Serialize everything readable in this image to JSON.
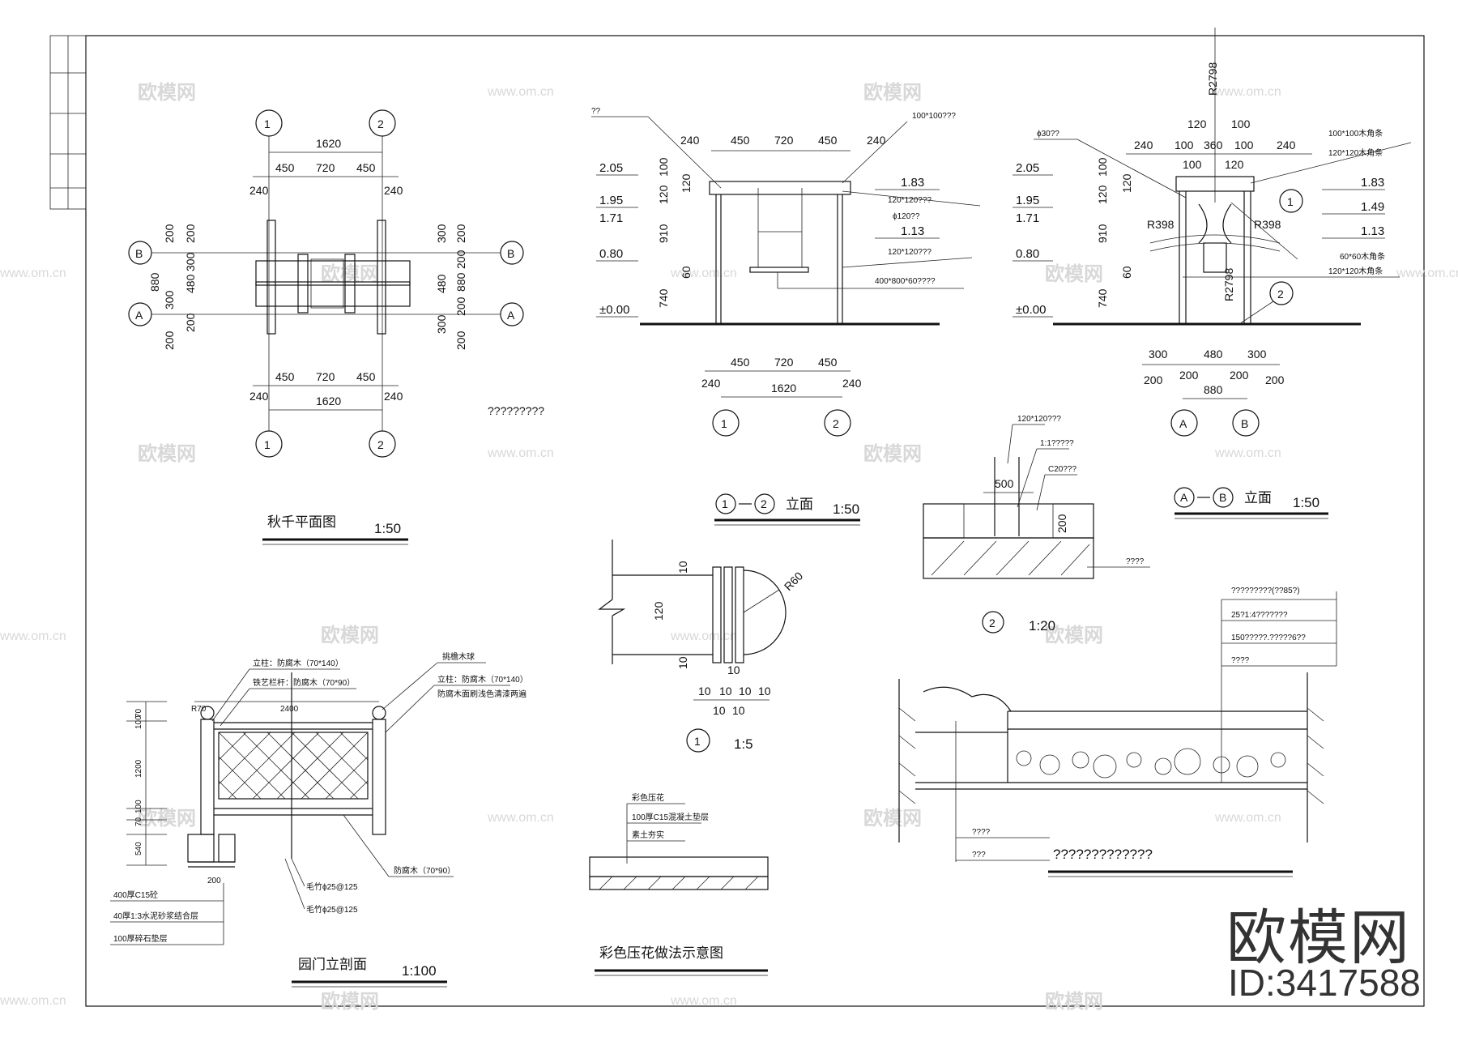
{
  "watermark": {
    "brand": "欧模网",
    "url": "www.om.cn",
    "id": "ID:3417588"
  },
  "plan": {
    "title": "秋千平面图",
    "scale": "1:50",
    "axis_1": "1",
    "axis_2": "2",
    "axis_a": "A",
    "axis_b": "B",
    "dims_x_total": "1620",
    "dims_x": [
      "450",
      "720",
      "450"
    ],
    "dims_x_side": "240",
    "dims_y_total": "880",
    "dims_y": [
      "200",
      "300",
      "480",
      "300",
      "200"
    ],
    "dims_y_inner": "200",
    "note": "?????????"
  },
  "elev12": {
    "title_a": "1",
    "title_b": "2",
    "title_word": "立面",
    "scale": "1:50",
    "top_dims": [
      "240",
      "450",
      "720",
      "450",
      "240"
    ],
    "bottom_dims": [
      "450",
      "720",
      "450"
    ],
    "bottom_side": "240",
    "bottom_total": "1620",
    "levels": [
      "2.05",
      "1.95",
      "1.71",
      "0.80",
      "±0.00"
    ],
    "right_levels": [
      "1.83",
      "1.13"
    ],
    "vdims": [
      "100",
      "120",
      "910",
      "60",
      "740"
    ],
    "vdim_120b": "120",
    "notes": [
      "??",
      "100*100???",
      "120*120???",
      "ϕ120??",
      "120*120???",
      "400*800*60????"
    ]
  },
  "elevab": {
    "title_a": "A",
    "title_b": "B",
    "title_word": "立面",
    "scale": "1:50",
    "top_dims": [
      "120",
      "100",
      "240",
      "100",
      "360",
      "100",
      "240",
      "100",
      "120"
    ],
    "levels": [
      "2.05",
      "1.95",
      "1.71",
      "0.80",
      "±0.00"
    ],
    "right_levels": [
      "1.83",
      "1.49",
      "1.13"
    ],
    "vdims": [
      "100",
      "120",
      "910",
      "60",
      "740"
    ],
    "vdim_120b": "120",
    "radii": [
      "R2798",
      "R398",
      "R398",
      "R2798"
    ],
    "callouts": [
      "1",
      "2"
    ],
    "notes": [
      "ϕ30??",
      "100*100木角条",
      "120*120木角条",
      "60*60木角条",
      "120*120木角条"
    ],
    "bottom_dims": [
      "300",
      "480",
      "300"
    ],
    "bottom_small": [
      "200",
      "200",
      "200",
      "200"
    ],
    "bottom_total": "880"
  },
  "detail2": {
    "label": "2",
    "scale": "1:20",
    "notes": [
      "120*120???",
      "1:1?????",
      "C20???",
      "????"
    ],
    "dims": [
      "500",
      "200"
    ]
  },
  "detail1": {
    "label": "1",
    "scale": "1:5",
    "radius": "R60",
    "height": "120",
    "dims_small": [
      "10",
      "10",
      "10"
    ],
    "dims_bottom": [
      "10",
      "10",
      "10",
      "10"
    ],
    "dims_bottom2": [
      "10",
      "10"
    ]
  },
  "gate": {
    "title": "园门立剖面",
    "scale": "1:100",
    "width": "2400",
    "r": "R70",
    "notes_top": [
      "立柱：防腐木（70*140）",
      "铁艺栏杆：防腐木（70*90）",
      "挑檐木球",
      "立柱：防腐木（70*140）",
      "防腐木面刷浅色清漆两遍"
    ],
    "bottom_note": "防腐木（70*90）",
    "bars": [
      "毛竹ϕ25@125",
      "毛竹ϕ25@125"
    ],
    "legend": [
      "400厚C15砼",
      "40厚1:3水泥砂浆结合层",
      "100厚碎石垫层"
    ],
    "vdims": [
      "70",
      "100",
      "1200",
      "100",
      "70",
      "540"
    ],
    "footing": "200"
  },
  "paving": {
    "title": "彩色压花做法示意图",
    "notes": [
      "彩色压花",
      "100厚C15混凝土垫层",
      "素土夯实"
    ]
  },
  "section": {
    "title": "?????????????",
    "notes": [
      "?????????(??85?)",
      "25?1:4???????",
      "150?????.?????6??",
      "????"
    ],
    "left_notes": [
      "????",
      "???"
    ]
  }
}
